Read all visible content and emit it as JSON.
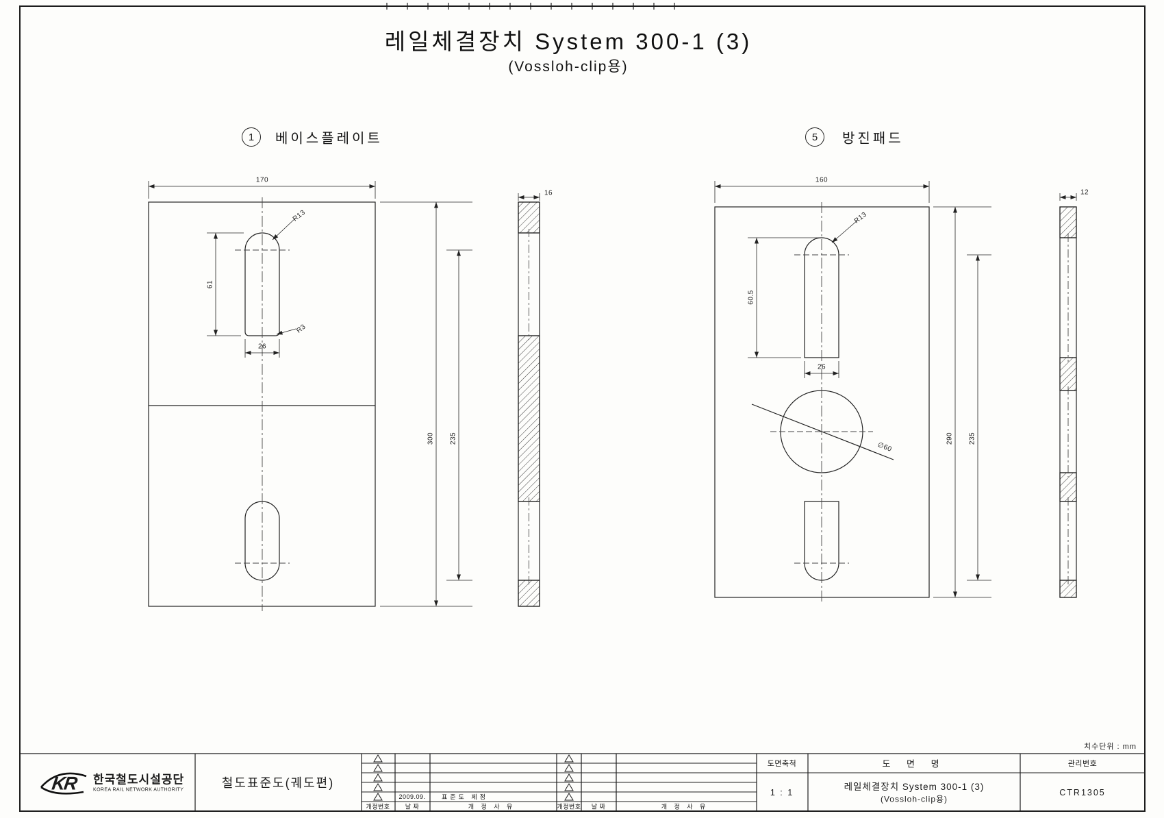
{
  "title": {
    "main": "레일체결장치 System 300-1 (3)",
    "sub": "(Vossloh-clip용)"
  },
  "unit_note": "치수단위 : mm",
  "parts": [
    {
      "num": "1",
      "name": "베이스플레이트",
      "dims": {
        "width": "170",
        "thickness": "16",
        "height": "300",
        "span": "235",
        "slot_length": "61",
        "slot_width": "26",
        "slot_end_radius": "R13",
        "slot_corner_radius": "R3"
      }
    },
    {
      "num": "5",
      "name": "방진패드",
      "dims": {
        "width": "160",
        "thickness": "12",
        "height": "290",
        "span": "235",
        "slot_length": "60.5",
        "slot_width": "26",
        "slot_end_radius": "R13",
        "hole_diameter": "∅60"
      }
    }
  ],
  "title_block": {
    "logo_text": "KR",
    "org_name": "한국철도시설공단",
    "org_name_en": "KOREA RAIL NETWORK AUTHORITY",
    "doc_type": "철도표준도(궤도편)",
    "revision": {
      "col_no": "개정번호",
      "col_date": "날 짜",
      "col_reason": "개 정 사 유",
      "entry_date": "2009.09.",
      "entry_reason": "표준도 제정"
    },
    "scale_label": "도면축척",
    "scale_value": "1 : 1",
    "name_label": "도 면 명",
    "drawing_name_line1": "레일체결장치 System 300-1 (3)",
    "drawing_name_line2": "(Vossloh-clip용)",
    "number_label": "관리번호",
    "drawing_number": "CTR1305"
  }
}
